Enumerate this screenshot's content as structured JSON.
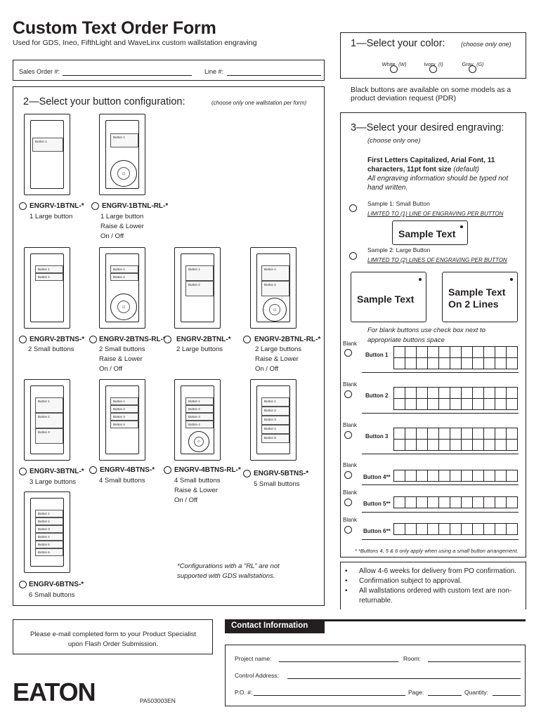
{
  "header": {
    "title": "Custom Text Order Form",
    "subtitle": "Used for GDS, Ineo, FifthLight and WaveLinx custom wallstation engraving"
  },
  "order_fields": {
    "sales_order": "Sales Order #:",
    "line": "Line #:"
  },
  "color": {
    "title": "1—Select your color:",
    "hint": "(choose only one)",
    "options": [
      {
        "label": "White",
        "code": "(W)"
      },
      {
        "label": "Ivory",
        "code": "(I)"
      },
      {
        "label": "Gray",
        "code": "(G)"
      }
    ],
    "note": "Black buttons are available on some models as a product deviation request (PDR)"
  },
  "config": {
    "title": "2—Select your button configuration:",
    "hint": "(choose only one wallstation per form)",
    "items": [
      {
        "code": "ENGRV-1BTNL-*",
        "desc": "1 Large button"
      },
      {
        "code": "ENGRV-1BTNL-RL-*",
        "desc": "1 Large button\nRaise & Lower\nOn / Off"
      },
      {
        "code": "ENGRV-2BTNS-*",
        "desc": "2 Small buttons"
      },
      {
        "code": "ENGRV-2BTNS-RL-*",
        "desc": "2 Small buttons\nRaise & Lower\nOn / Off"
      },
      {
        "code": "ENGRV-2BTNL-*",
        "desc": "2 Large buttons"
      },
      {
        "code": "ENGRV-2BTNL-RL-*",
        "desc": "2 Large buttons\nRaise & Lower\nOn / Off"
      },
      {
        "code": "ENGRV-3BTNL-*",
        "desc": "3 Large buttons"
      },
      {
        "code": "ENGRV-4BTNS-*",
        "desc": "4 Small buttons"
      },
      {
        "code": "ENGRV-4BTNS-RL-*",
        "desc": "4 Small buttons\nRaise & Lower\nOn / Off"
      },
      {
        "code": "ENGRV-5BTNS-*",
        "desc": "5 Small buttons"
      },
      {
        "code": "ENGRV-6BTNS-*",
        "desc": "6 Small buttons"
      }
    ],
    "plate_labels": [
      "Button 1",
      "Button 2",
      "Button 3",
      "Button 4",
      "Button 5",
      "Button 6"
    ],
    "rl_note": "*Configurations with a “RL” are not supported with GDS wallstations."
  },
  "engraving": {
    "title": "3—Select your desired engraving:",
    "hint": "(choose only one)",
    "default_bold": "First Letters Capitalized, Arial Font, 11 characters, 11pt font size",
    "default_it": "(default)",
    "default_note": "All engraving information should be typed not hand written.",
    "sample1_label": "Sample 1: Small Button",
    "sample1_limit": "LIMITED TO (1) LINE OF ENGRAVING PER BUTTON",
    "sample1_text": "Sample Text",
    "sample2_label": "Sample 2: Large Button",
    "sample2_limit": "LIMITED TO (2) LINES OF ENGRAVING PER BUTTON",
    "sample2_text1": "Sample Text",
    "sample2_text2a": "Sample Text",
    "sample2_text2b": "On 2 Lines",
    "blank_note": "For blank buttons use check box next to appropriate buttons space",
    "blank": "Blank",
    "rows": [
      "Button 1",
      "Button 2",
      "Button 3",
      "Button 4**",
      "Button 5**",
      "Button 6**"
    ],
    "footnote": "* *Buttons 4, 5 & 6 only apply when using a small button arrangement."
  },
  "terms": [
    "Allow 4-6 weeks for delivery from PO confirmation.",
    "Confirmation subject to approval.",
    "All wallstations ordered with custom text are non-returnable."
  ],
  "email_note": "Please e-mail completed form to your Product Specialist upon Flash Order Submission.",
  "contact": {
    "title": "Contact Information",
    "project": "Project name:",
    "room": "Room:",
    "address": "Control Address:",
    "po": "P.O. #:",
    "page": "Page:",
    "quantity": "Quantity:"
  },
  "footer": {
    "logo": "EATON",
    "doc_code": "PA503003EN"
  }
}
